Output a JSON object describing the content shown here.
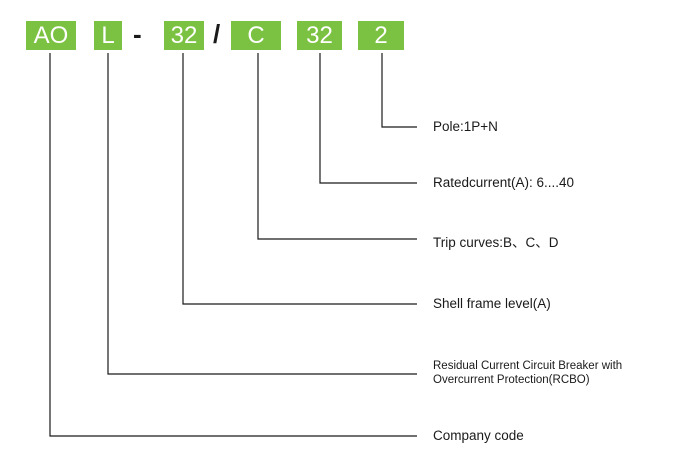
{
  "code": {
    "parts": [
      "AO",
      "L",
      "32",
      "C",
      "32",
      "2"
    ],
    "separators": [
      "-",
      "/"
    ]
  },
  "labels": {
    "pole": "Pole:1P+N",
    "rated_current": "Ratedcurrent(A):  6....40",
    "trip_curves": "Trip curves:B、C、D",
    "shell_frame": "Shell frame level(A)",
    "rcbo_line1": "Residual Current Circuit Breaker with",
    "rcbo_line2": "Overcurrent Protection(RCBO)",
    "company": "Company code"
  },
  "colors": {
    "box_green": "#7cc242",
    "line": "#1a1a1a"
  }
}
